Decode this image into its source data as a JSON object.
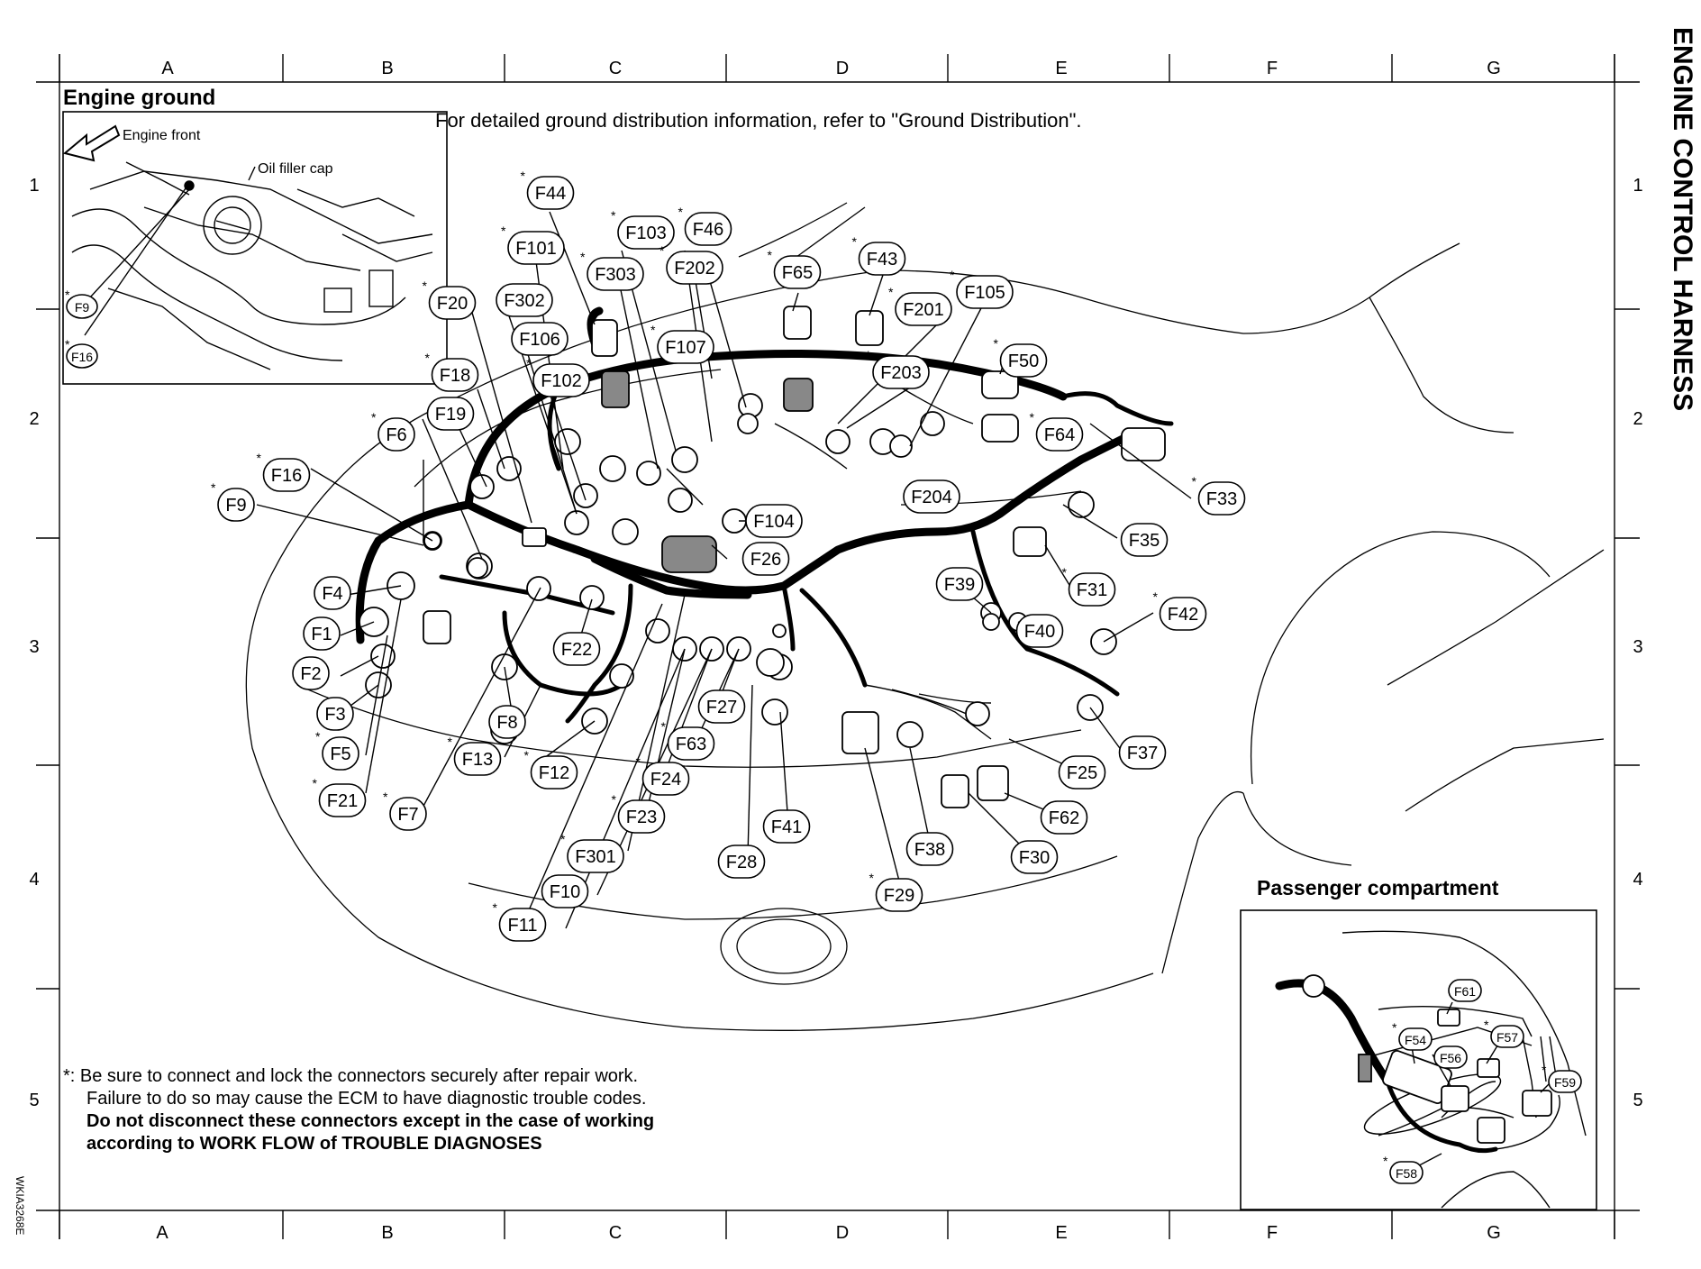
{
  "side_title": "ENGINE CONTROL HARNESS",
  "columns": [
    "A",
    "B",
    "C",
    "D",
    "E",
    "F",
    "G"
  ],
  "rows": [
    "1",
    "2",
    "3",
    "4",
    "5"
  ],
  "engine_ground": {
    "title": "Engine ground",
    "engine_front_label": "Engine front",
    "oil_filler_label": "Oil filler cap",
    "callouts": [
      "F9",
      "F16"
    ]
  },
  "ground_note": "For detailed ground distribution information, refer to \"Ground Distribution\".",
  "passenger": {
    "title": "Passenger compartment",
    "callouts": [
      "F61",
      "F54",
      "F56",
      "F57",
      "F59",
      "F58"
    ]
  },
  "callouts": [
    "F44",
    "F101",
    "F103",
    "F46",
    "F303",
    "F202",
    "F65",
    "F43",
    "F20",
    "F302",
    "F105",
    "F201",
    "F106",
    "F107",
    "F50",
    "F18",
    "F102",
    "F203",
    "F19",
    "F6",
    "F64",
    "F16",
    "F9",
    "F33",
    "F104",
    "F204",
    "F35",
    "F26",
    "F4",
    "F39",
    "F31",
    "F1",
    "F42",
    "F22",
    "F40",
    "F2",
    "F27",
    "F3",
    "F8",
    "F63",
    "F37",
    "F5",
    "F13",
    "F12",
    "F24",
    "F25",
    "F21",
    "F7",
    "F62",
    "F23",
    "F41",
    "F301",
    "F38",
    "F28",
    "F30",
    "F10",
    "F29",
    "F11"
  ],
  "footnote": {
    "line1": "*:  Be sure to connect and lock the connectors securely after repair work.",
    "line2": "Failure to do so may cause the ECM to have diagnostic trouble codes.",
    "line3": "Do not disconnect these connectors except in the case of working",
    "line4": "according to WORK FLOW of TROUBLE DIAGNOSES"
  },
  "figure_code": "WKIA3268E"
}
